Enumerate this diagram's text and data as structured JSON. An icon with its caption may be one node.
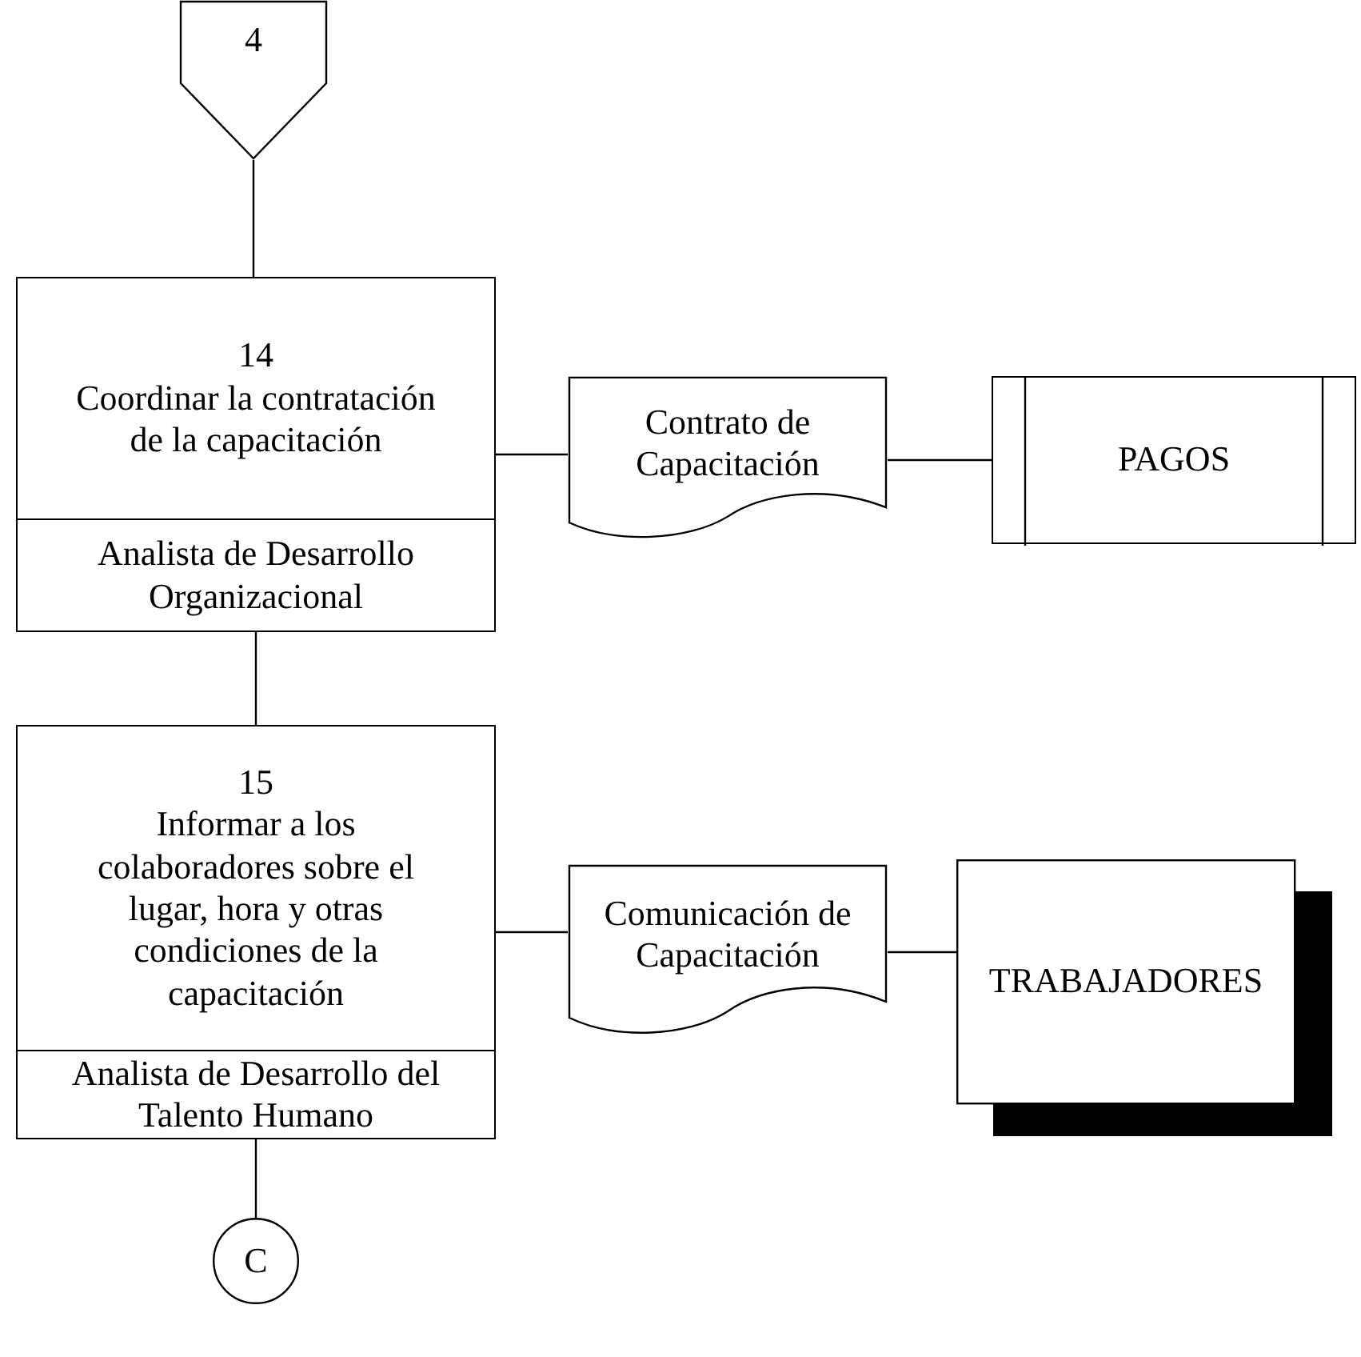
{
  "diagram": {
    "nodes": [
      {
        "text": [
          "4"
        ]
      },
      {
        "text": [
          "14",
          "Coordinar la contratación de la capacitación",
          "Analista de Desarrollo Organizacional"
        ]
      },
      {
        "text": [
          "Contrato de Capacitación"
        ]
      },
      {
        "text": [
          "PAGOS"
        ]
      },
      {
        "text": [
          "15",
          "Informar a los colaboradores sobre el lugar, hora y otras condiciones de la capacitación",
          "Analista de Desarrollo del Talento Humano"
        ]
      },
      {
        "text": [
          "Comunicación de Capacitación"
        ]
      },
      {
        "text": [
          "TRABAJADORES"
        ]
      },
      {
        "text": [
          "C"
        ]
      }
    ],
    "edges": [
      {
        "from": 0,
        "to": 1,
        "arrow": "none"
      },
      {
        "from": 1,
        "to": 2,
        "arrow": "none"
      },
      {
        "from": 2,
        "to": 3,
        "arrow": "none"
      },
      {
        "from": 1,
        "to": 4,
        "arrow": "none"
      },
      {
        "from": 4,
        "to": 5,
        "arrow": "none"
      },
      {
        "from": 5,
        "to": 6,
        "arrow": "none"
      },
      {
        "from": 4,
        "to": 7,
        "arrow": "none"
      }
    ]
  }
}
